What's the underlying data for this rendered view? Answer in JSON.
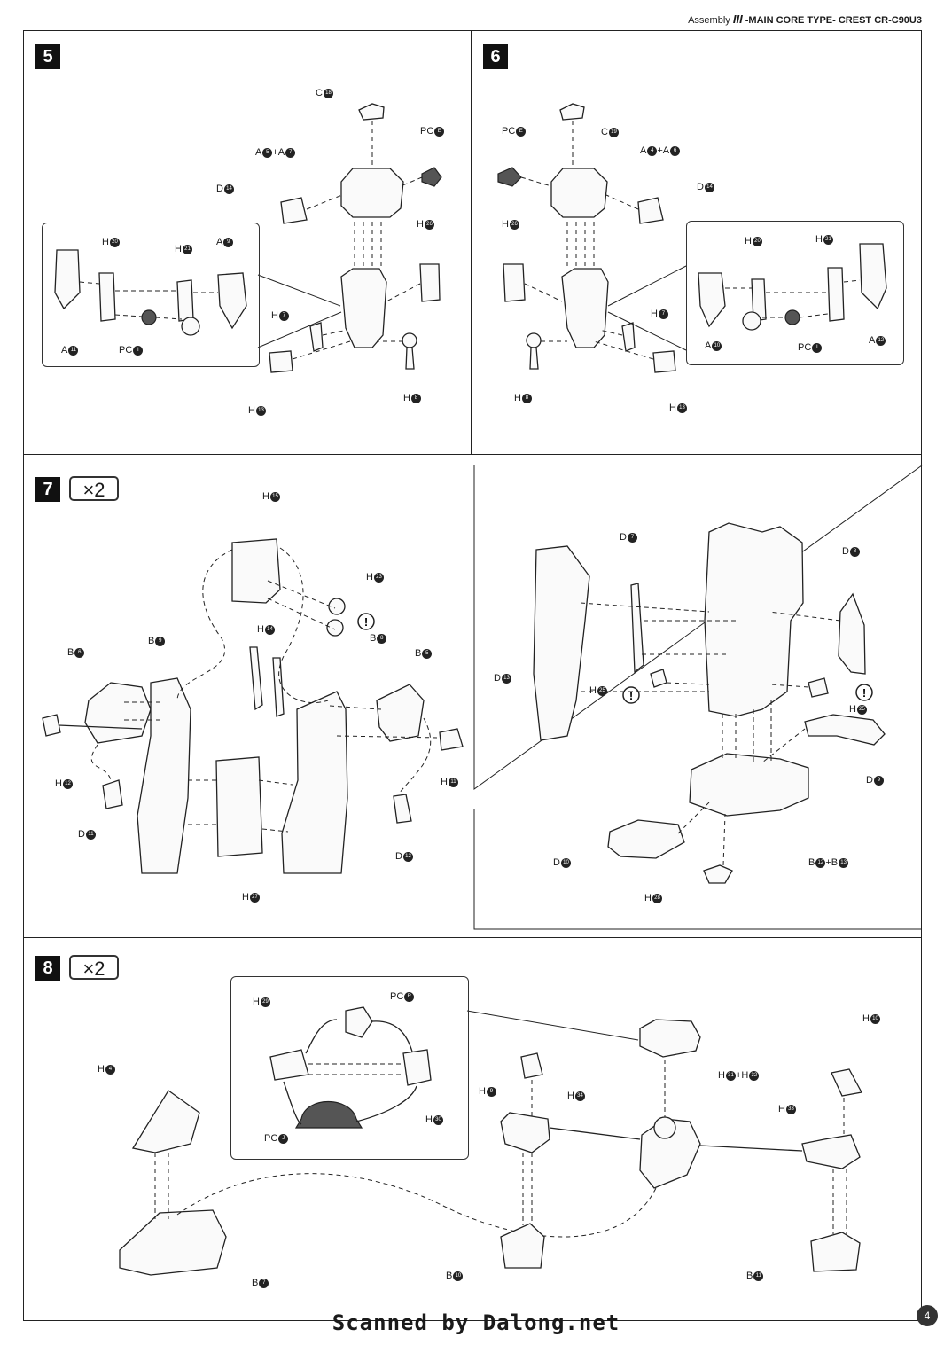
{
  "header": {
    "prefix": "Assembly",
    "section": "III",
    "title": "-MAIN CORE TYPE- CREST CR-C90U3"
  },
  "steps": {
    "s5": {
      "number": "5"
    },
    "s6": {
      "number": "6"
    },
    "s7": {
      "number": "7",
      "multiplier": "×2"
    },
    "s8": {
      "number": "8",
      "multiplier": "×2"
    }
  },
  "labels": {
    "s5": [
      {
        "t": "C",
        "n": "18"
      },
      {
        "t": "PC",
        "n": "E"
      },
      {
        "t": "A",
        "n": "5",
        "t2": "+A",
        "n2": "7"
      },
      {
        "t": "D",
        "n": "14"
      },
      {
        "t": "H",
        "n": "20"
      },
      {
        "t": "H",
        "n": "21"
      },
      {
        "t": "A",
        "n": "9"
      },
      {
        "t": "H",
        "n": "26"
      },
      {
        "t": "H",
        "n": "7"
      },
      {
        "t": "A",
        "n": "11"
      },
      {
        "t": "PC",
        "n": "I"
      },
      {
        "t": "H",
        "n": "13"
      },
      {
        "t": "H",
        "n": "8"
      }
    ],
    "s6": [
      {
        "t": "PC",
        "n": "E"
      },
      {
        "t": "C",
        "n": "19"
      },
      {
        "t": "A",
        "n": "4",
        "t2": "+A",
        "n2": "6"
      },
      {
        "t": "D",
        "n": "14"
      },
      {
        "t": "H",
        "n": "26"
      },
      {
        "t": "H",
        "n": "20"
      },
      {
        "t": "H",
        "n": "21"
      },
      {
        "t": "H",
        "n": "7"
      },
      {
        "t": "A",
        "n": "10"
      },
      {
        "t": "PC",
        "n": "I"
      },
      {
        "t": "A",
        "n": "12"
      },
      {
        "t": "H",
        "n": "8"
      },
      {
        "t": "H",
        "n": "13"
      }
    ],
    "s7": [
      {
        "t": "H",
        "n": "15"
      },
      {
        "t": "H",
        "n": "23"
      },
      {
        "t": "H",
        "n": "14"
      },
      {
        "t": "B",
        "n": "9"
      },
      {
        "t": "B",
        "n": "8"
      },
      {
        "t": "B",
        "n": "6"
      },
      {
        "t": "B",
        "n": "5"
      },
      {
        "t": "H",
        "n": "12"
      },
      {
        "t": "H",
        "n": "11"
      },
      {
        "t": "D",
        "n": "11"
      },
      {
        "t": "D",
        "n": "12"
      },
      {
        "t": "H",
        "n": "27"
      },
      {
        "t": "D",
        "n": "7"
      },
      {
        "t": "D",
        "n": "8"
      },
      {
        "t": "D",
        "n": "13"
      },
      {
        "t": "H",
        "n": "25"
      },
      {
        "t": "H",
        "n": "25"
      },
      {
        "t": "D",
        "n": "9"
      },
      {
        "t": "D",
        "n": "10"
      },
      {
        "t": "B",
        "n": "12",
        "t2": "+B",
        "n2": "13"
      },
      {
        "t": "H",
        "n": "28"
      }
    ],
    "s8": [
      {
        "t": "H",
        "n": "29"
      },
      {
        "t": "PC",
        "n": "R"
      },
      {
        "t": "H",
        "n": "30"
      },
      {
        "t": "PC",
        "n": "J"
      },
      {
        "t": "H",
        "n": "4"
      },
      {
        "t": "B",
        "n": "7"
      },
      {
        "t": "H",
        "n": "9"
      },
      {
        "t": "H",
        "n": "34"
      },
      {
        "t": "H",
        "n": "31",
        "t2": "+H",
        "n2": "32"
      },
      {
        "t": "H",
        "n": "10"
      },
      {
        "t": "H",
        "n": "33"
      },
      {
        "t": "B",
        "n": "10"
      },
      {
        "t": "B",
        "n": "11"
      }
    ]
  },
  "footer": {
    "scan_credit": "Scanned by Dalong.net",
    "page_number": "4"
  }
}
